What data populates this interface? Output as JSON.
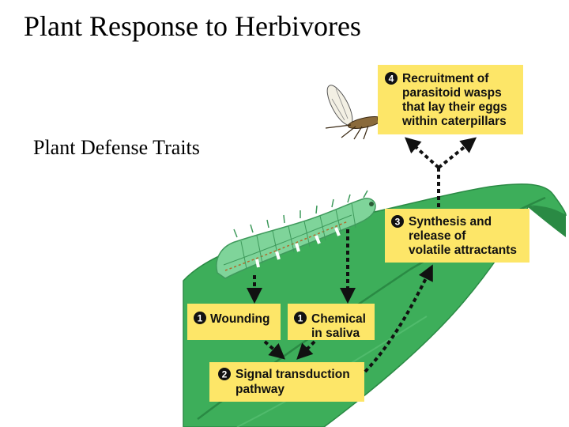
{
  "slide": {
    "title": "Plant Response to Herbivores",
    "subtitle": "Plant Defense Traits"
  },
  "diagram": {
    "colors": {
      "leaf": "#3dae5a",
      "leaf_dark": "#2a8a44",
      "caterpillar": "#7fd49a",
      "label_box": "#fde668",
      "arrow": "#111111"
    },
    "steps": [
      {
        "id": "wounding",
        "number": "1",
        "lines": [
          "Wounding"
        ]
      },
      {
        "id": "chemical",
        "number": "1",
        "lines": [
          "Chemical",
          "in saliva"
        ]
      },
      {
        "id": "signal",
        "number": "2",
        "lines": [
          "Signal transduction",
          "pathway"
        ]
      },
      {
        "id": "synthesis",
        "number": "3",
        "lines": [
          "Synthesis and",
          "release of",
          "volatile attractants"
        ]
      },
      {
        "id": "recruitment",
        "number": "4",
        "lines": [
          "Recruitment of",
          "parasitoid wasps",
          "that lay their eggs",
          "within caterpillars"
        ]
      }
    ],
    "icons": [
      "leaf-icon",
      "caterpillar-icon",
      "wasp-icon"
    ]
  }
}
